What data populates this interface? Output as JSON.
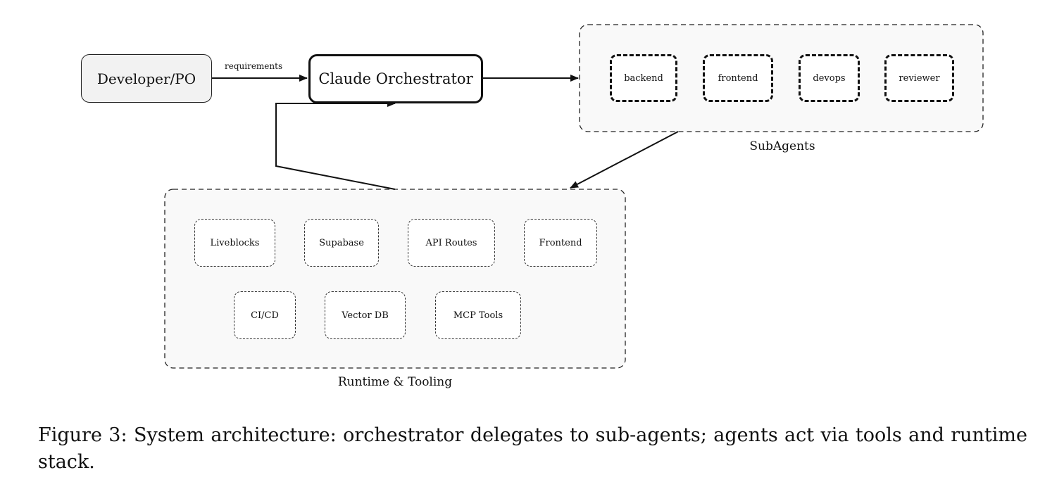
{
  "nodes": {
    "developer": "Developer/PO",
    "orchestrator": "Claude Orchestrator"
  },
  "edges": {
    "requirements_label": "requirements"
  },
  "subagents": {
    "label": "SubAgents",
    "items": [
      "backend",
      "frontend",
      "devops",
      "reviewer"
    ]
  },
  "runtime": {
    "label": "Runtime & Tooling",
    "items": [
      "Liveblocks",
      "Supabase",
      "API Routes",
      "Frontend",
      "CI/CD",
      "Vector DB",
      "MCP Tools"
    ]
  },
  "caption": "Figure 3: System architecture: orchestrator delegates to sub-agents; agents act via tools and runtime stack."
}
